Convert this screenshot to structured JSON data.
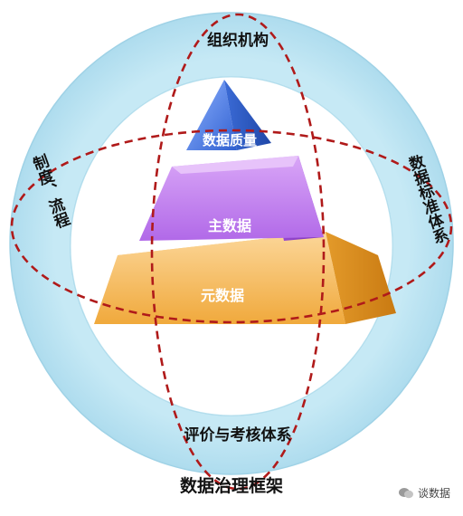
{
  "diagram": {
    "ring_top": "组织机构",
    "ring_left": "制度、流程",
    "ring_right": "数据标准体系",
    "ring_bottom": "评价与考核体系",
    "pyramid": {
      "top": "数据质量",
      "middle": "主数据",
      "bottom": "元数据"
    },
    "caption": "数据治理框架",
    "watermark": "谈数据"
  },
  "colors": {
    "ring": "#d3eef7",
    "ring_stroke": "#9fd2e6",
    "dash": "#b01a1a",
    "tier_top": "#4a7fe0",
    "tier_middle": "#b46be6",
    "tier_bottom": "#f2b24c"
  }
}
